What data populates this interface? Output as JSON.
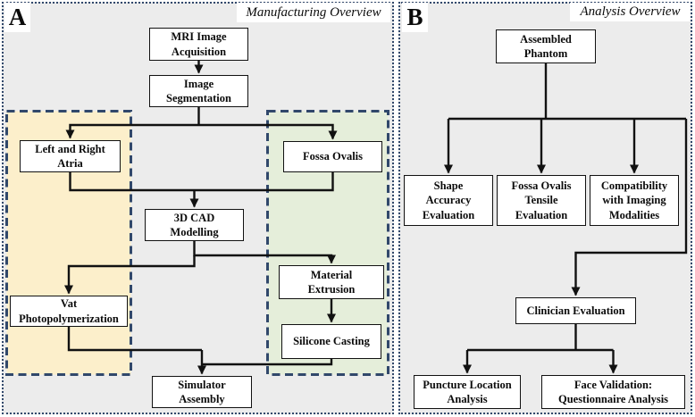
{
  "colors": {
    "panel_bg": "#ececec",
    "dash_border": "#31486b",
    "atria_group_fill": "#fcefcb",
    "fossa_group_fill": "#e5eeda",
    "node_border": "#111111",
    "connector": "#111111"
  },
  "panel_a": {
    "corner_label": "A",
    "title": "Manufacturing Overview",
    "nodes": {
      "mri_image_acquisition": "MRI Image\nAcquisition",
      "image_segmentation": "Image\nSegmentation",
      "left_and_right_atria": "Left and Right\nAtria",
      "fossa_ovalis": "Fossa Ovalis",
      "cad_modelling": "3D CAD\nModelling",
      "vat_photopolymerization": "Vat\nPhotopolymerization",
      "material_extrusion": "Material\nExtrusion",
      "silicone_casting": "Silicone Casting",
      "simulator_assembly": "Simulator\nAssembly"
    }
  },
  "panel_b": {
    "corner_label": "B",
    "title": "Analysis Overview",
    "nodes": {
      "assembled_phantom": "Assembled\nPhantom",
      "shape_accuracy_evaluation": "Shape\nAccuracy\nEvaluation",
      "fossa_ovalis_tensile_evaluation": "Fossa Ovalis\nTensile\nEvaluation",
      "compatibility_with_imaging_modalities": "Compatibility\nwith Imaging\nModalities",
      "clinician_evaluation": "Clinician Evaluation",
      "puncture_location_analysis": "Puncture Location\nAnalysis",
      "face_validation_questionnaire_analysis": "Face Validation:\nQuestionnaire Analysis"
    }
  }
}
